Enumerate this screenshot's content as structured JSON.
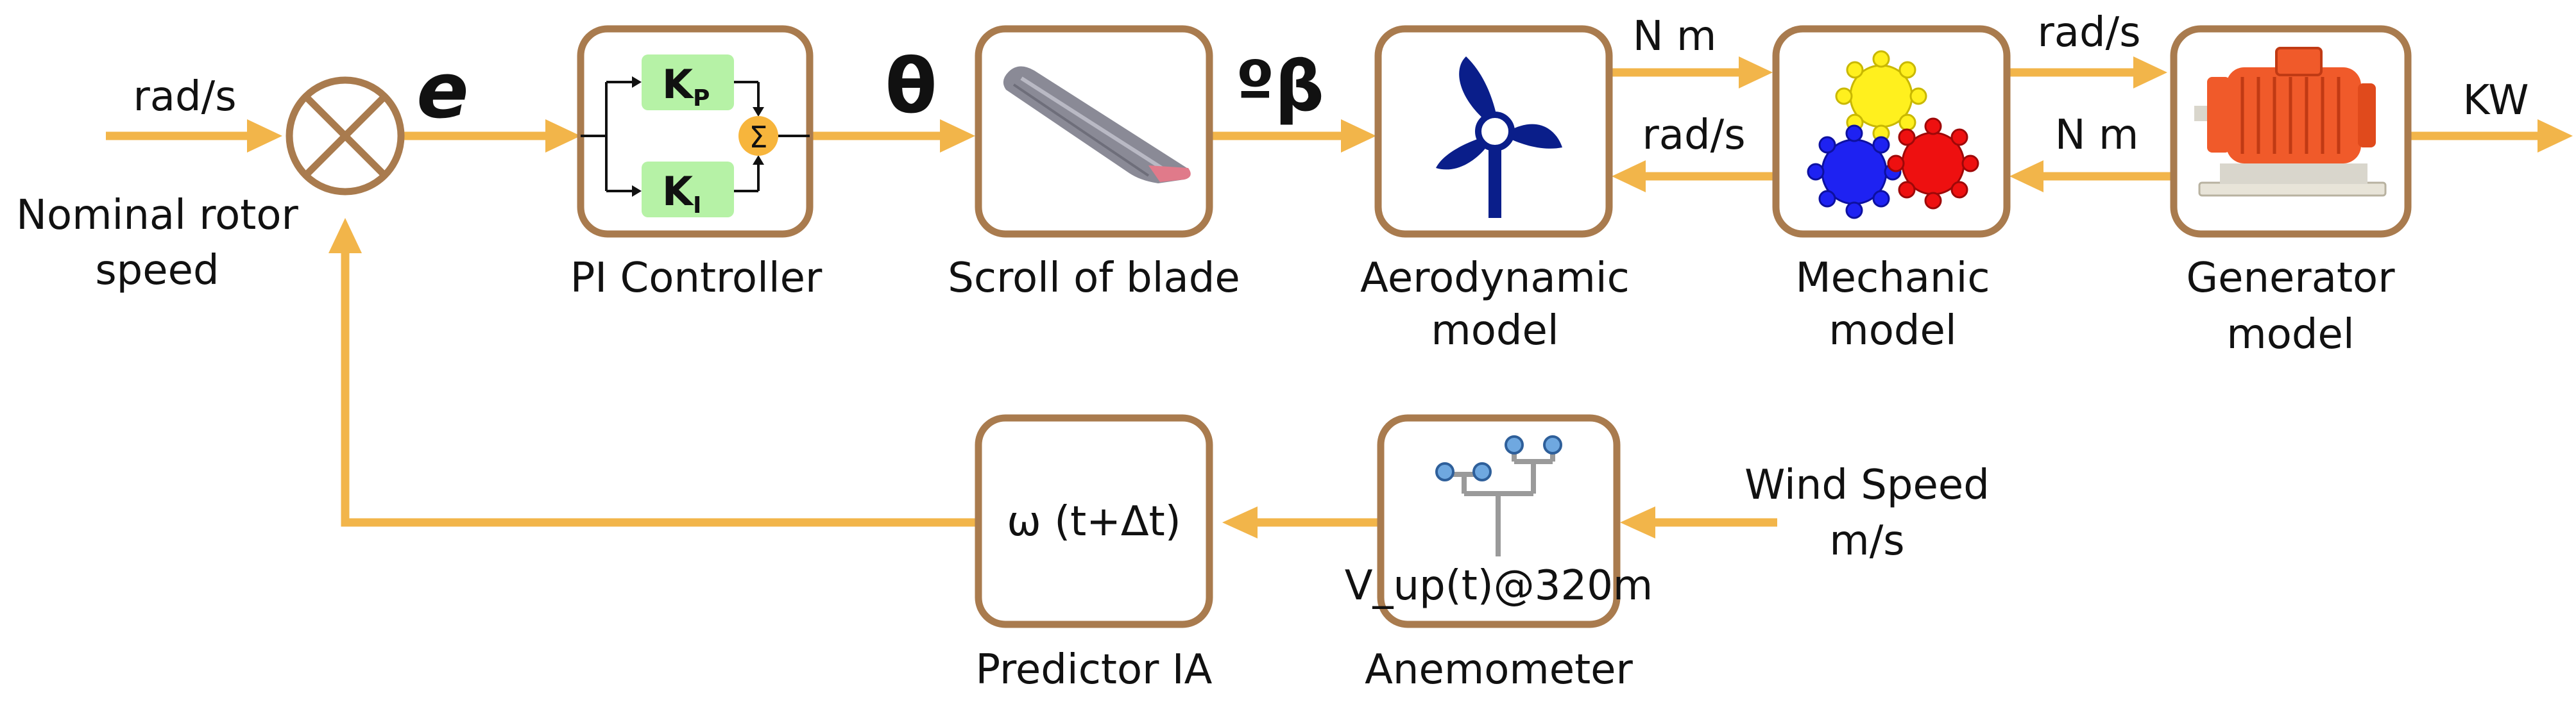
{
  "colors": {
    "connector": "#F2B54A",
    "block_border": "#A97B4E",
    "gain_fill": "#B6F2A6",
    "sum_fill": "#F7B53C",
    "turbine_blue": "#0A1E8A",
    "gear_yellow": "#FFF01E",
    "gear_blue": "#1E22F2",
    "gear_red": "#EE1010",
    "motor_orange": "#F05A2A"
  },
  "inputs": {
    "rotor_unit": "rad/s",
    "rotor_name_line1": "Nominal rotor",
    "rotor_name_line2": "speed",
    "wind_line1": "Wind Speed",
    "wind_line2": "m/s"
  },
  "signals": {
    "error": "e",
    "theta": "θ",
    "beta": "ºβ",
    "aero_to_mech_unit": "N m",
    "mech_to_aero_unit": "rad/s",
    "mech_to_gen_unit": "rad/s",
    "gen_to_mech_unit": "N m",
    "output_unit": "KW"
  },
  "blocks": {
    "summing_junction": {
      "icon": "multiply-cross-circle-icon"
    },
    "pi_controller": {
      "label": "PI Controller",
      "kp_main": "K",
      "kp_sub": "P",
      "ki_main": "K",
      "ki_sub": "I",
      "sum_symbol": "Σ"
    },
    "blade": {
      "label": "Scroll of blade",
      "icon": "turbine-blade-icon"
    },
    "aerodynamic": {
      "label_line1": "Aerodynamic",
      "label_line2": "model",
      "icon": "wind-turbine-rotor-icon"
    },
    "mechanic": {
      "label_line1": "Mechanic",
      "label_line2": "model",
      "icon": "gears-icon"
    },
    "generator": {
      "label_line1": "Generator",
      "label_line2": "model",
      "icon": "electric-motor-icon"
    },
    "predictor": {
      "label": "Predictor IA",
      "formula": "ω (t+Δt)"
    },
    "anemometer": {
      "label": "Anemometer",
      "reading": "V_up(t)@320m",
      "icon": "anemometer-sensor-tree-icon"
    }
  }
}
